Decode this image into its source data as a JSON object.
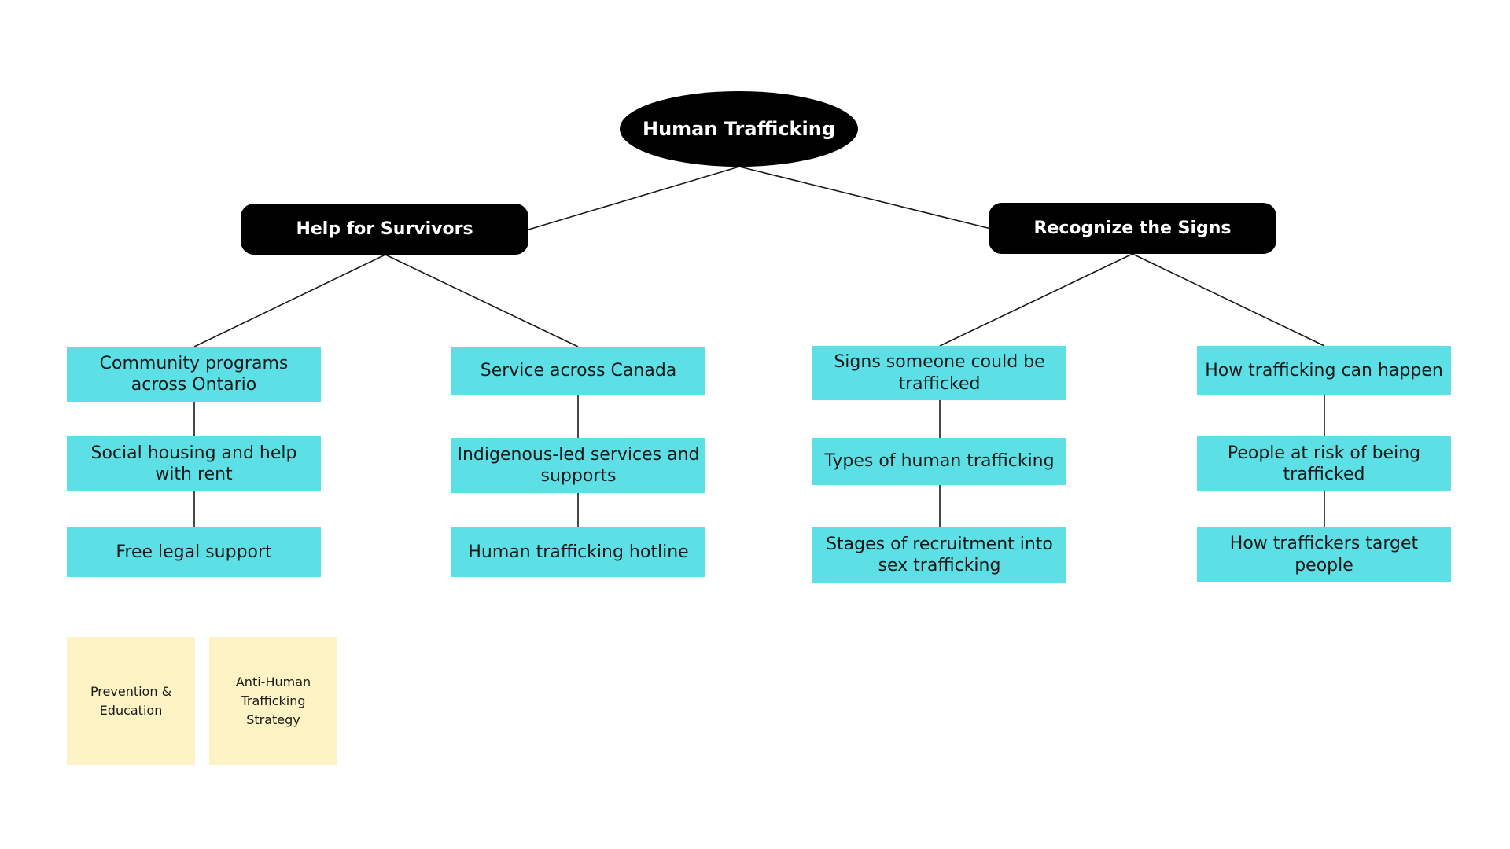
{
  "root": {
    "label": "Human Trafficking"
  },
  "branches": {
    "help": {
      "label": "Help for Survivors"
    },
    "signs": {
      "label": "Recognize the Signs"
    }
  },
  "columns": {
    "community": [
      "Community programs across Ontario",
      "Social housing and help with rent",
      "Free legal support"
    ],
    "canada": [
      "Service across Canada",
      "Indigenous-led services and supports",
      "Human trafficking hotline"
    ],
    "signs": [
      "Signs someone could be trafficked",
      "Types of human trafficking",
      "Stages of recruitment into sex trafficking"
    ],
    "how": [
      "How trafficking can happen",
      "People at risk of being trafficked",
      "How traffickers target people"
    ]
  },
  "notes": [
    "Prevention & Education",
    "Anti-Human Trafficking Strategy"
  ]
}
